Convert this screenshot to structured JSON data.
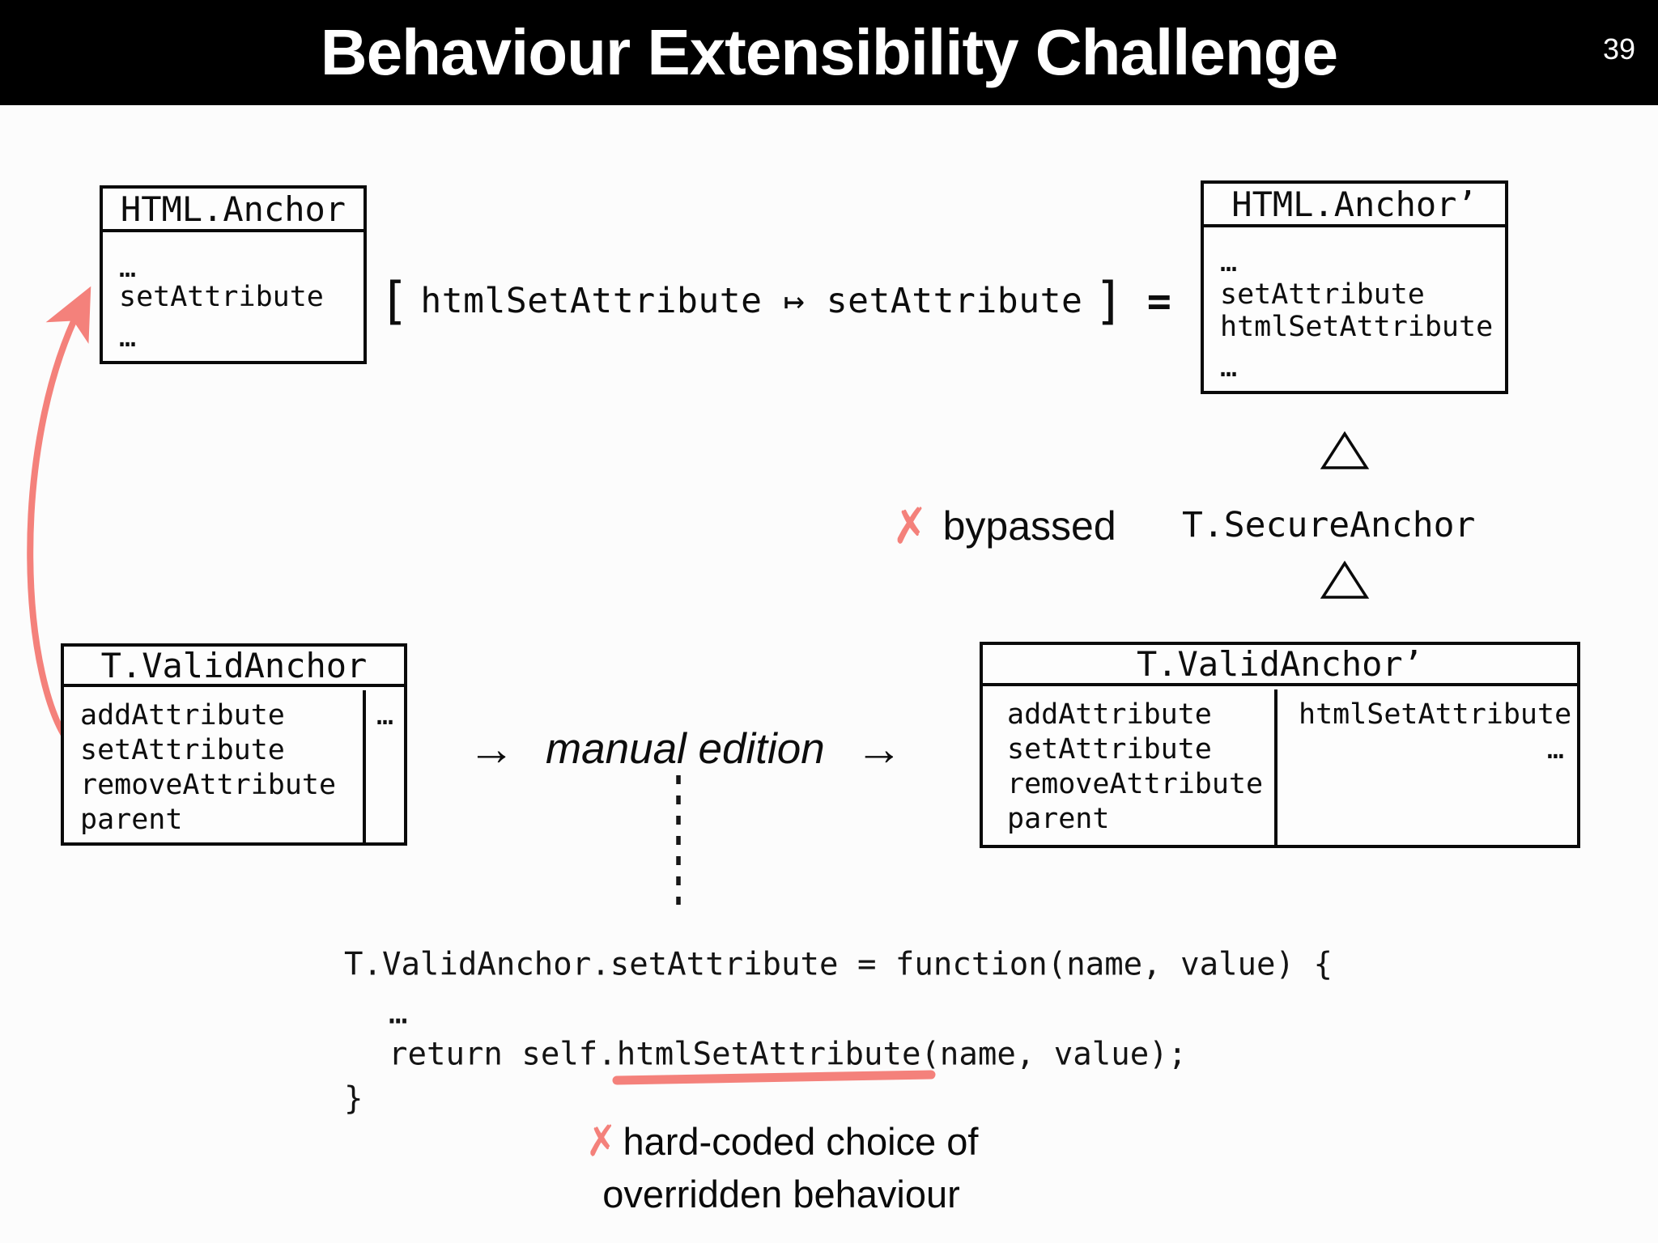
{
  "header": {
    "title": "Behaviour Extensibility Challenge",
    "slide_number": "39"
  },
  "boxes": {
    "html_anchor": {
      "title": "HTML.Anchor",
      "members": [
        "…",
        "setAttribute",
        "…"
      ]
    },
    "html_anchor_prime": {
      "title": "HTML.Anchor’",
      "members": [
        "…",
        "setAttribute",
        "htmlSetAttribute",
        "…"
      ]
    },
    "valid_anchor": {
      "title": "T.ValidAnchor",
      "members_left": [
        "addAttribute",
        "setAttribute",
        "removeAttribute",
        "parent"
      ],
      "members_right": [
        "…"
      ]
    },
    "valid_anchor_prime": {
      "title": "T.ValidAnchor’",
      "members_left": [
        "addAttribute",
        "setAttribute",
        "removeAttribute",
        "parent"
      ],
      "members_right": [
        "htmlSetAttribute",
        "…"
      ]
    }
  },
  "morphism": {
    "bracket_left": "[",
    "body": "htmlSetAttribute ↦ setAttribute",
    "bracket_right": "]",
    "equals": "="
  },
  "inheritance": {
    "bypassed_mark": "✗",
    "bypassed_label": "bypassed",
    "class_name": "T.SecureAnchor"
  },
  "transform": {
    "arrow_left": "→",
    "label": "manual edition",
    "arrow_right": "→"
  },
  "code": {
    "line1": "T.ValidAnchor.setAttribute = function(name, value) {",
    "line2": "…",
    "line3": "return self.htmlSetAttribute(name, value);",
    "line4": "}"
  },
  "caption": {
    "mark": "✗",
    "line1": "hard-coded choice of",
    "line2": "overridden behaviour"
  },
  "colors": {
    "accent": "#f4817b",
    "header_bg": "#000000",
    "text": "#0d0d0d",
    "background": "#fcfcfc"
  }
}
